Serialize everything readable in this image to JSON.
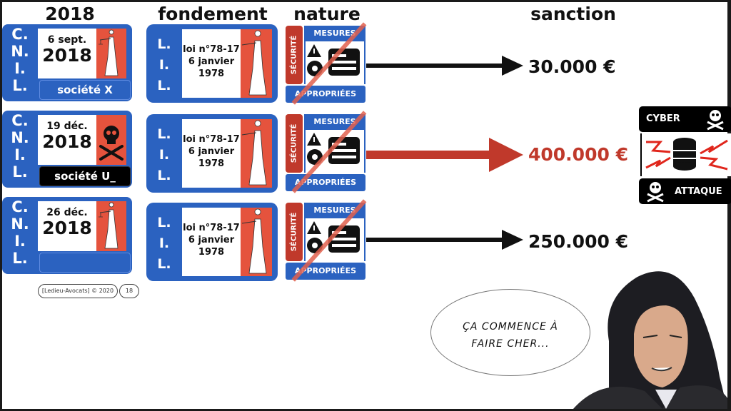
{
  "headers": {
    "year": "2018",
    "basis": "fondement",
    "nature": "nature",
    "sanction": "sanction"
  },
  "cnil_cards": [
    {
      "letters": [
        "C.",
        "N.",
        "I.",
        "L."
      ],
      "day": "6 sept.",
      "year": "2018",
      "company": "société X",
      "icon": "lady-justice-icon",
      "company_style": "blue"
    },
    {
      "letters": [
        "C.",
        "N.",
        "I.",
        "L."
      ],
      "day": "19 déc.",
      "year": "2018",
      "company": "société U_",
      "icon": "skull-crossbones-icon",
      "company_style": "black"
    },
    {
      "letters": [
        "C.",
        "N.",
        "I.",
        "L."
      ],
      "day": "26 déc.",
      "year": "2018",
      "company": "",
      "icon": "lady-justice-icon",
      "company_style": "blue"
    }
  ],
  "lil_cards": [
    {
      "letters": [
        "L.",
        "I.",
        "L."
      ],
      "line1": "loi n°78-17",
      "line2": "6 janvier",
      "line3": "1978"
    },
    {
      "letters": [
        "L.",
        "I.",
        "L."
      ],
      "line1": "loi n°78-17",
      "line2": "6 janvier",
      "line3": "1978"
    },
    {
      "letters": [
        "L.",
        "I.",
        "L."
      ],
      "line1": "loi n°78-17",
      "line2": "6 janvier",
      "line3": "1978"
    }
  ],
  "nature_cards": [
    {
      "side": "SÉCURITÉ",
      "top": "MESURES",
      "bottom": "APPROPRIÉES",
      "crossed_out": true
    },
    {
      "side": "SÉCURITÉ",
      "top": "MESURES",
      "bottom": "APPROPRIÉES",
      "crossed_out": true
    },
    {
      "side": "SÉCURITÉ",
      "top": "MESURES",
      "bottom": "APPROPRIÉES",
      "crossed_out": true
    }
  ],
  "sanctions": [
    {
      "amount": "30.000 €",
      "color": "#111111"
    },
    {
      "amount": "400.000 €",
      "color": "#c0392b"
    },
    {
      "amount": "250.000 €",
      "color": "#111111"
    }
  ],
  "cyber_badge": {
    "top": "CYBER",
    "bottom": "ATTAQUE"
  },
  "footer": {
    "credit": "[Ledieu-Avocats] © 2020",
    "page": "18"
  },
  "speech_bubble": {
    "line1": "ÇA COMMENCE À",
    "line2": "FAIRE CHER..."
  },
  "colors": {
    "blue": "#2b62c0",
    "red": "#e5533d",
    "dark_red": "#c0392b",
    "black": "#000000"
  }
}
